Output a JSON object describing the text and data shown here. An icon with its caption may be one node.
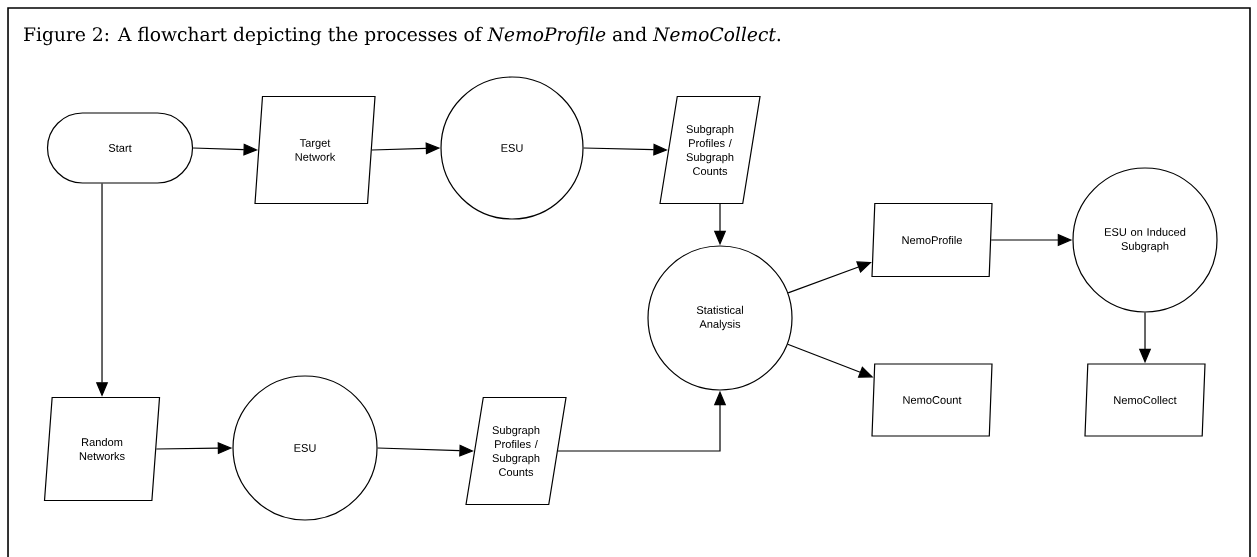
{
  "diagram": {
    "title": "Figure 2: A flowchart depicting the processes of *NemoProfile* and *NemoCollect*.",
    "nodes": [
      {
        "text": [
          "Start"
        ]
      },
      {
        "text": [
          "Target Network"
        ]
      },
      {
        "text": [
          "ESU"
        ]
      },
      {
        "text": [
          "Subgraph Profiles / Subgraph Counts"
        ]
      },
      {
        "text": [
          "Statistical Analysis"
        ]
      },
      {
        "text": [
          "NemoProfile"
        ]
      },
      {
        "text": [
          "ESU on Induced Subgraph"
        ]
      },
      {
        "text": [
          "NemoCount"
        ]
      },
      {
        "text": [
          "NemoCollect"
        ]
      },
      {
        "text": [
          "Random Networks"
        ]
      },
      {
        "text": [
          "ESU"
        ]
      },
      {
        "text": [
          "Subgraph Profiles / Subgraph Counts"
        ]
      }
    ],
    "edges": [
      {
        "from": 0,
        "to": 1,
        "arrow": "to"
      },
      {
        "from": 1,
        "to": 2,
        "arrow": "to"
      },
      {
        "from": 2,
        "to": 3,
        "arrow": "to"
      },
      {
        "from": 0,
        "to": 9,
        "arrow": "to"
      },
      {
        "from": 9,
        "to": 10,
        "arrow": "to"
      },
      {
        "from": 10,
        "to": 11,
        "arrow": "to"
      },
      {
        "from": 3,
        "to": 4,
        "arrow": "to"
      },
      {
        "from": 11,
        "to": 4,
        "arrow": "to"
      },
      {
        "from": 4,
        "to": 5,
        "arrow": "to"
      },
      {
        "from": 4,
        "to": 7,
        "arrow": "to"
      },
      {
        "from": 5,
        "to": 6,
        "arrow": "to"
      },
      {
        "from": 6,
        "to": 8,
        "arrow": "to"
      }
    ]
  }
}
